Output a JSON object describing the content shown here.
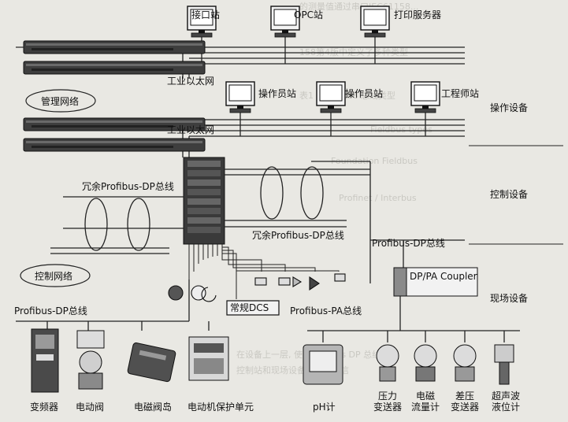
{
  "top_stations": [
    "接口站",
    "OPC站",
    "打印服务器"
  ],
  "operator_stations": [
    "操作员站",
    "操作员站",
    "工程师站"
  ],
  "networks": {
    "management": "管理网络",
    "control": "控制网络",
    "ethernet_top": "工业以太网",
    "ethernet_bottom": "工业以太网"
  },
  "buses": {
    "redundant_left": "冗余Profibus-DP总线",
    "redundant_mid": "冗余Profibus-DP总线",
    "dp_left": "Profibus-DP总线",
    "dp_right": "Profibus-DP总线",
    "pa": "Profibus-PA总线",
    "conventional_dcs": "常规DCS",
    "coupler": "DP/PA Coupler"
  },
  "layers": {
    "operation": "操作设备",
    "control": "控制设备",
    "field": "现场设备"
  },
  "field_devices": {
    "inverter": "变频器",
    "motor_valve": "电动阀",
    "solenoid_island": "电磁阀岛",
    "motor_protection": "电动机保护单元",
    "ph_meter": "pH计",
    "pressure": [
      "压力",
      "变送器"
    ],
    "em_flow": [
      "电磁",
      "流量计"
    ],
    "dp_transmitter": [
      "差压",
      "变送器"
    ],
    "ultrasonic": [
      "超声波",
      "液位计"
    ]
  }
}
